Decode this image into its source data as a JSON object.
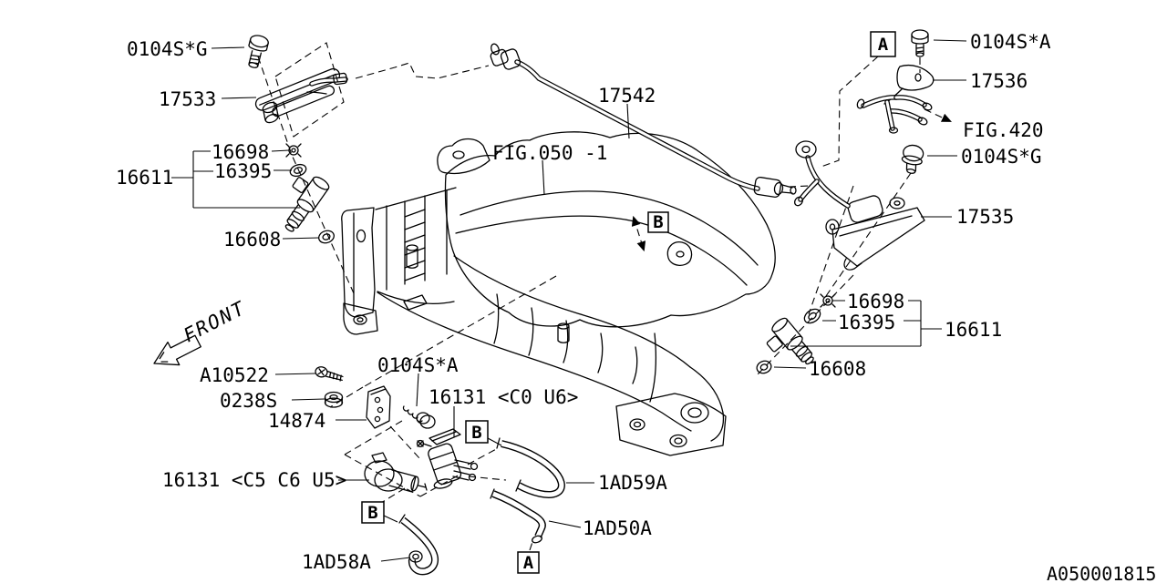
{
  "labels": {
    "bolt_g_left": "0104S*G",
    "pipe_17533": "17533",
    "clip_16698_left": "16698",
    "insulator_16395_left": "16395",
    "injector_16611_left": "16611",
    "seal_16608_left": "16608",
    "pipe_17542": "17542",
    "fig_050_1": "FIG.050 -1",
    "marker_a_top": "A",
    "bolt_a_top": "0104S*A",
    "stay_17536": "17536",
    "fig_420": "FIG.420",
    "bolt_g_right": "0104S*G",
    "protector_17535": "17535",
    "clip_16698_right": "16698",
    "insulator_16395_right": "16395",
    "injector_16611_right": "16611",
    "seal_16608_right": "16608",
    "screw_a10522": "A10522",
    "nut_0238s": "0238S",
    "bracket_14874": "14874",
    "bolt_a_mid": "0104S*A",
    "valve_16131_c0u6": "16131 <C0 U6>",
    "valve_16131_c5c6u5": "16131 <C5 C6 U5>",
    "marker_b_manifold": "B",
    "marker_b_valve": "B",
    "marker_b_hose": "B",
    "marker_a_hose": "A",
    "hose_1ad59a": "1AD59A",
    "hose_1ad50a": "1AD50A",
    "hose_1ad58a": "1AD58A",
    "front": "FRONT",
    "doc_id": "A050001815"
  }
}
